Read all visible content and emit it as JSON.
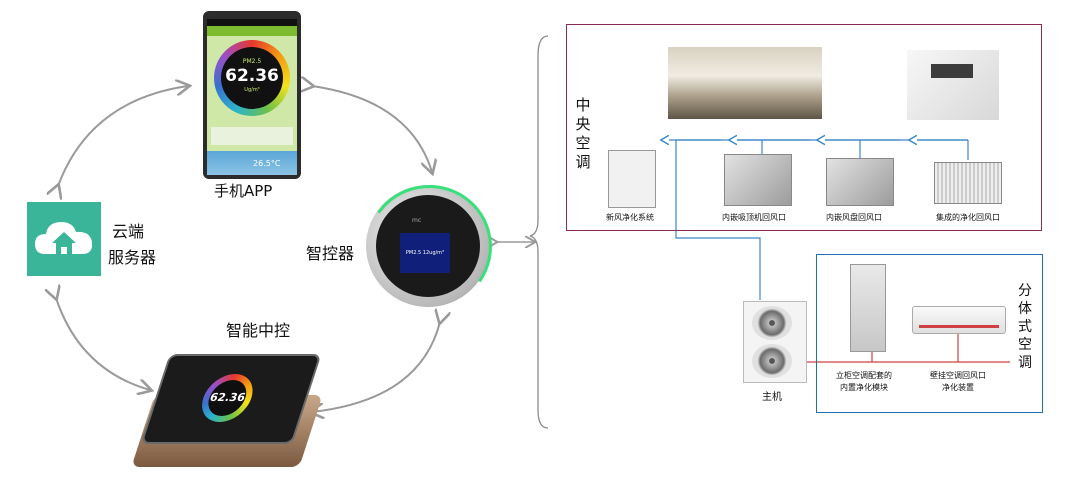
{
  "left": {
    "phone_label": "手机APP",
    "cloud_label_line1": "云端",
    "cloud_label_line2": "服务器",
    "controller_label": "智控器",
    "tablet_label": "智能中控",
    "phone_screen": {
      "pm_label": "PM2.5",
      "pm_value": "62.36",
      "pm_unit": "Ug/m³",
      "temperature": "26.5°C"
    },
    "tablet_value": "62.36",
    "controller_display": "PM2.5 12ug/m³",
    "controller_logo": "mc"
  },
  "central_ac": {
    "title_chars": [
      "中",
      "央",
      "空",
      "调"
    ],
    "items": {
      "fresh_air": "新风净化系统",
      "embedded_top_return": "内嵌吸顶机回风口",
      "embedded_coil_return": "内嵌风盘回风口",
      "integrated_return": "集成的净化回风口"
    }
  },
  "split_ac": {
    "title_chars": [
      "分",
      "体",
      "式",
      "空",
      "调"
    ],
    "cabinet_label_line1": "立柜空调配套的",
    "cabinet_label_line2": "内置净化模块",
    "wall_label_line1": "壁挂空调回风口",
    "wall_label_line2": "净化装置"
  },
  "host_label": "主机",
  "colors": {
    "central_border": "#8a2a55",
    "split_border": "#1f6fb2",
    "cloud_green": "#3bb59a",
    "arrow_gray": "#9a9a9a",
    "flow_blue": "#3b86c6",
    "pipe_red": "#d14040"
  }
}
